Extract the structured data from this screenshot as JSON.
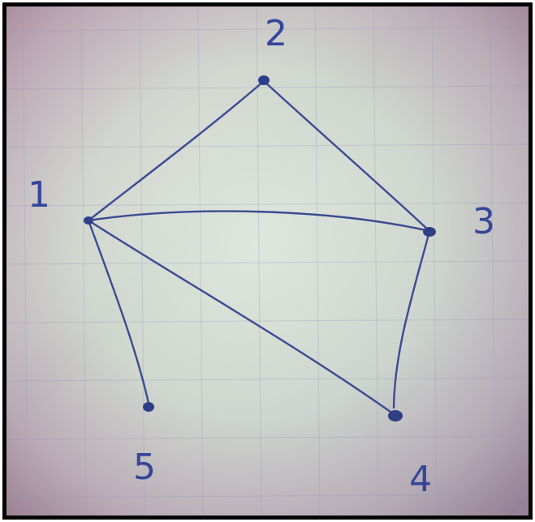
{
  "diagram": {
    "nodes": [
      {
        "id": "1",
        "label": "1"
      },
      {
        "id": "2",
        "label": "2"
      },
      {
        "id": "3",
        "label": "3"
      },
      {
        "id": "4",
        "label": "4"
      },
      {
        "id": "5",
        "label": "5"
      }
    ],
    "edges": [
      {
        "from": "1",
        "to": "2"
      },
      {
        "from": "1",
        "to": "3"
      },
      {
        "from": "1",
        "to": "4"
      },
      {
        "from": "1",
        "to": "5"
      },
      {
        "from": "2",
        "to": "3"
      },
      {
        "from": "3",
        "to": "4"
      }
    ],
    "colors": {
      "ink": "#3b4b93",
      "paper_center": "#d8e0d6",
      "paper_edge": "#a88c9e",
      "border": "#050505"
    }
  }
}
